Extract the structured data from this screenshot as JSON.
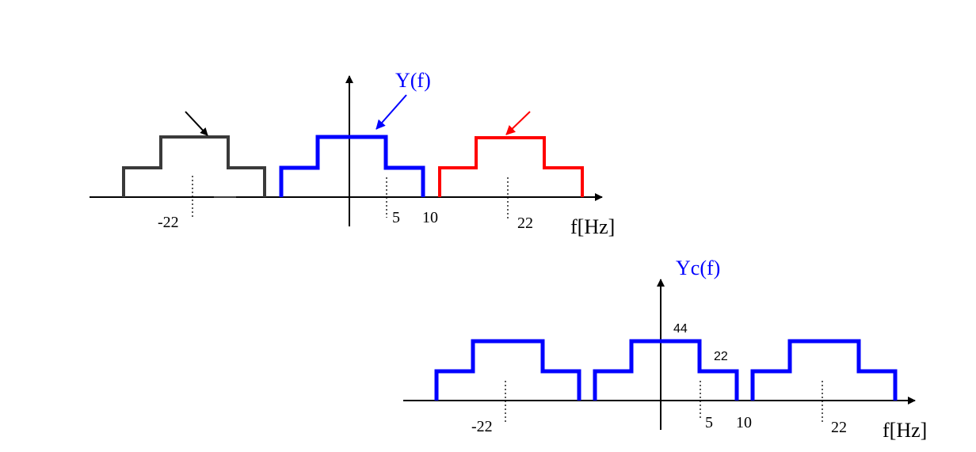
{
  "top_plot": {
    "title": "Y(f)",
    "x_unit": "f[Hz]",
    "ticks": {
      "t_neg22": "-22",
      "t5": "5",
      "t10": "10",
      "t22": "22"
    },
    "colors": {
      "left": "#3a3a3a",
      "center": "#0000ff",
      "right": "#ff0000",
      "axis": "#000000"
    }
  },
  "bottom_plot": {
    "title": "Yc(f)",
    "x_unit": "f[Hz]",
    "ticks": {
      "t_neg22": "-22",
      "t5": "5",
      "t10": "10",
      "t22": "22"
    },
    "levels": {
      "high": "44",
      "low": "22"
    },
    "colors": {
      "spectrum": "#0000ff",
      "axis": "#000000"
    }
  }
}
